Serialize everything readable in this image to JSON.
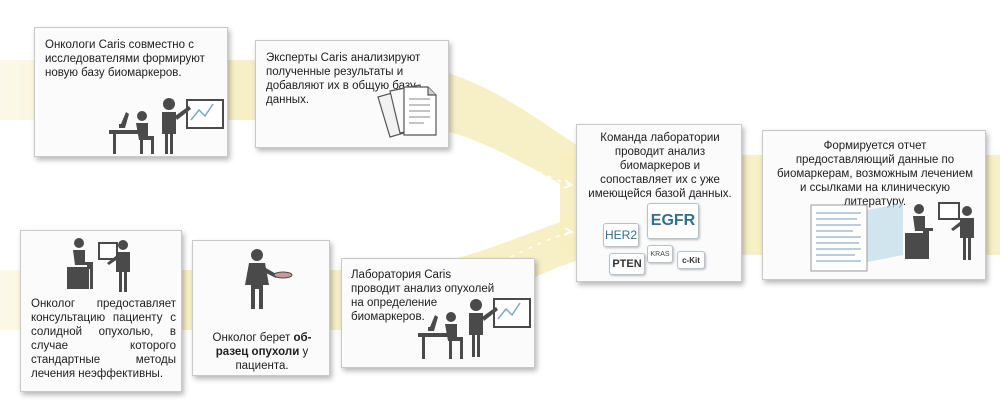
{
  "colors": {
    "flow_band": "#f6edc0",
    "card_bg": "#fbfbfb",
    "card_border": "#c9c9c9",
    "figure": "#4a4a4a",
    "marker_blue": "#2f6f8f"
  },
  "steps": [
    {
      "id": "oncologists-research",
      "text": "Онкологи Caris совместно с исследователями формируют новую базу биомаркеров.",
      "icon": "researcher-microscope-board-icon"
    },
    {
      "id": "experts-analyze",
      "text": "Эксперты Caris анализируют полученные результаты и добавляют их в общую базу данных.",
      "icon": "documents-stack-icon"
    },
    {
      "id": "oncologist-consult",
      "text": "Онколог предоставляет консультацию пациенту с солидной опухолью, в случае которого стандартные методы лечения неэффективны.",
      "icon": "doctor-patient-icon"
    },
    {
      "id": "oncologist-sample",
      "text_parts": [
        "Онколог берет ",
        "об-разец опухоли",
        " у пациента."
      ],
      "icon": "doctor-sample-icon"
    },
    {
      "id": "lab-analysis",
      "text": "Лаборатория Caris проводит анализ опухолей на определение биомаркеров.",
      "icon": "lab-microscope-board-icon"
    },
    {
      "id": "lab-team",
      "text": "Команда лаборатории проводит анализ биомаркеров и сопоставляет их с уже имеющейся базой данных.",
      "icon": "biomarker-tags-icon"
    },
    {
      "id": "report",
      "text": "Формируется отчет предоставляющий данные по биомаркерам, возможным лечением и ссылками на клиническую литературу.",
      "icon": "report-presentation-icon"
    }
  ],
  "biomarkers": [
    "HER2",
    "EGFR",
    "KRAS",
    "PTEN",
    "c-Kit"
  ]
}
